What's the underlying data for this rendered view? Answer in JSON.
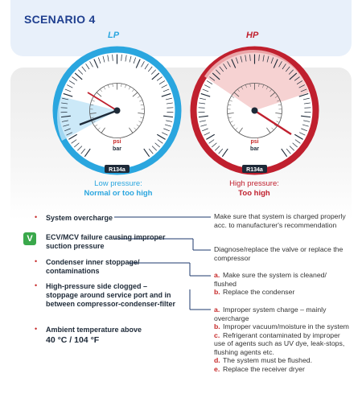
{
  "title": "SCENARIO 4",
  "gauges": {
    "lp": {
      "label": "LP",
      "caption_line1": "Low pressure:",
      "caption_line2": "Normal or too high",
      "color": "#2aa6df",
      "refrigerant": "R134a",
      "unit_psi": "psi",
      "unit_bar": "bar"
    },
    "hp": {
      "label": "HP",
      "caption_line1": "High pressure:",
      "caption_line2": "Too high",
      "color": "#c0202e",
      "refrigerant": "R134a",
      "unit_psi": "psi",
      "unit_bar": "bar"
    }
  },
  "causes": [
    {
      "text": "System overcharge"
    },
    {
      "text": "ECV/MCV failure causing improper suction pressure",
      "badge": "V"
    },
    {
      "text": "Condenser inner stoppage/ contaminations"
    },
    {
      "text": "High-pressure side clogged – stoppage around service port and in between compressor-condenser-filter"
    },
    {
      "text": "Ambient temperature above",
      "text2": "40 °C / 104 °F"
    }
  ],
  "solutions": {
    "s1": "Make sure that system is charged properly acc. to manufacturer's recommendation",
    "s2": "Diagnose/replace the valve or replace the compressor",
    "s3": [
      {
        "letter": "a.",
        "text": "Make sure the system is cleaned/ flushed"
      },
      {
        "letter": "b.",
        "text": "Replace the condenser"
      }
    ],
    "s4": [
      {
        "letter": "a.",
        "text": "Improper system charge – mainly overcharge"
      },
      {
        "letter": "b.",
        "text": "Improper vacuum/moisture in the system"
      },
      {
        "letter": "c.",
        "text": "Refrigerant contaminated by improper use of agents such as UV dye, leak-stops, flushing agents etc."
      },
      {
        "letter": "d.",
        "text": "The system must be flushed."
      },
      {
        "letter": "e.",
        "text": "Replace the receiver dryer"
      }
    ]
  }
}
